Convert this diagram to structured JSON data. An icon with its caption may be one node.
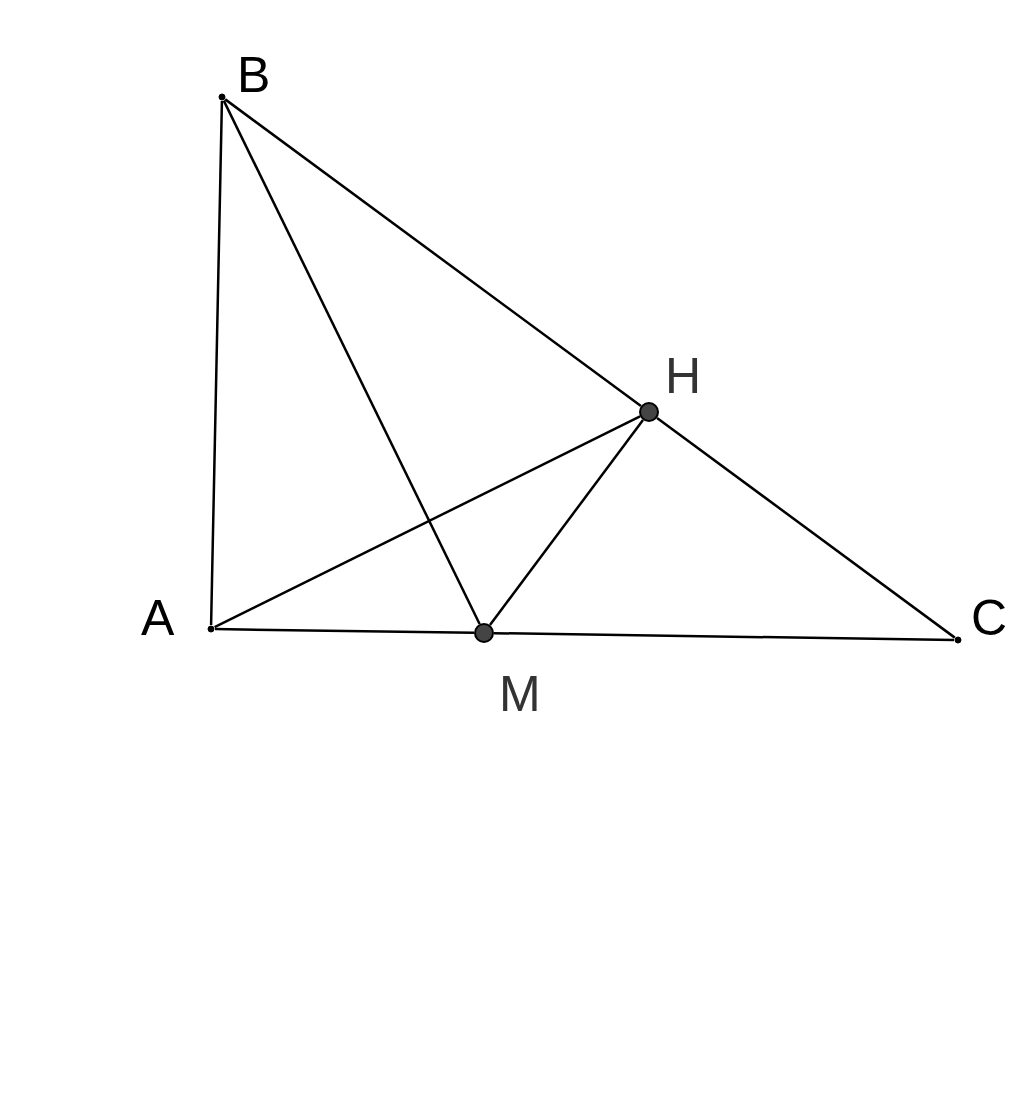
{
  "diagram": {
    "nodes": [
      {
        "text": [
          "B"
        ]
      },
      {
        "text": [
          "H"
        ]
      },
      {
        "text": [
          "A"
        ]
      },
      {
        "text": [
          "C"
        ]
      },
      {
        "text": [
          "M"
        ]
      }
    ],
    "edges": [
      {
        "from": 2,
        "to": 0,
        "arrow": "none"
      },
      {
        "from": 0,
        "to": 1,
        "arrow": "none"
      },
      {
        "from": 1,
        "to": 3,
        "arrow": "none"
      },
      {
        "from": 2,
        "to": 4,
        "arrow": "none"
      },
      {
        "from": 4,
        "to": 3,
        "arrow": "none"
      },
      {
        "from": 0,
        "to": 4,
        "arrow": "none"
      },
      {
        "from": 2,
        "to": 1,
        "arrow": "none"
      },
      {
        "from": 1,
        "to": 4,
        "arrow": "none"
      }
    ]
  }
}
